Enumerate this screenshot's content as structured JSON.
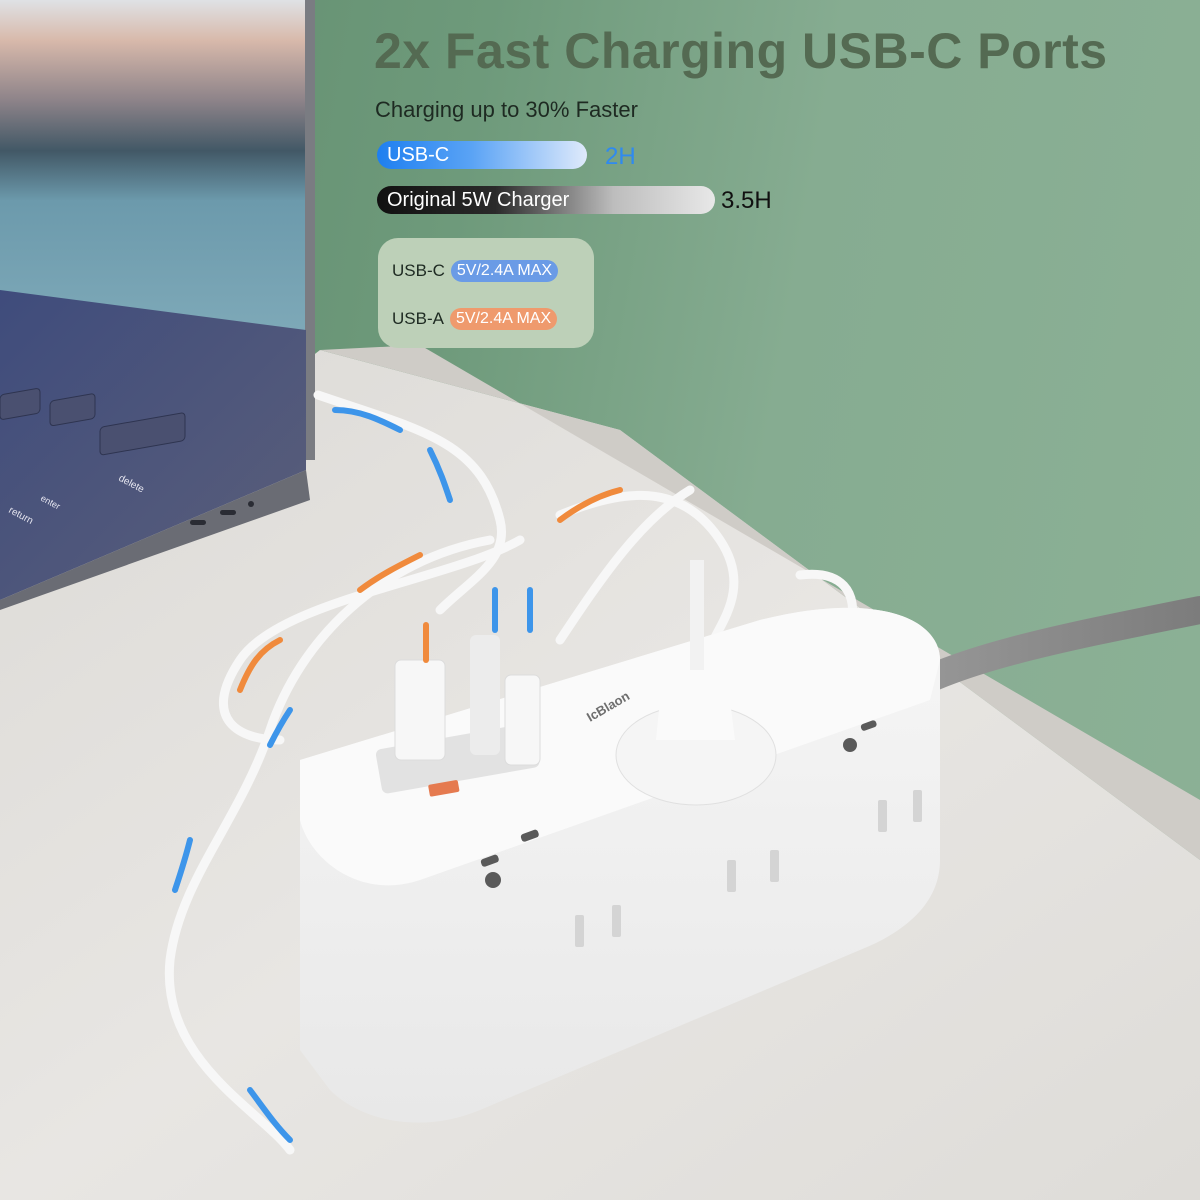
{
  "headline": "2x Fast Charging USB-C Ports",
  "subheadline": "Charging up to 30% Faster",
  "comparison": {
    "usb_c": {
      "label": "USB-C",
      "time": "2H",
      "color": "#2f8af0"
    },
    "original": {
      "label": "Original 5W Charger",
      "time": "3.5H",
      "color": "#111111"
    }
  },
  "specs": [
    {
      "port": "USB-C",
      "rating": "5V/2.4A MAX",
      "color": "#6a9be6"
    },
    {
      "port": "USB-A",
      "rating": "5V/2.4A MAX",
      "color": "#ef9a6d"
    }
  ],
  "product": {
    "brand": "IcBlaon",
    "body_color": "#f4f4f4",
    "wall_color": "#6e9a7b",
    "desk_color": "#e6e4e1",
    "arrow_blue": "#3d95ea",
    "arrow_orange": "#f08a3c"
  },
  "laptop": {
    "keys": [
      "delete",
      "return",
      "enter"
    ]
  }
}
